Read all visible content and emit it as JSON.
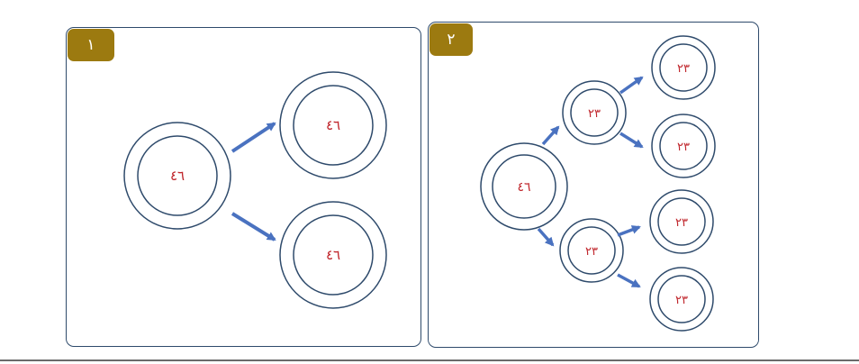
{
  "panels": [
    {
      "number": "١",
      "parent": "٤٦",
      "daughters": [
        "٤٦",
        "٤٦"
      ]
    },
    {
      "number": "٢",
      "parent": "٤٦",
      "first_division": [
        "٢٣",
        "٢٣"
      ],
      "second_division": [
        "٢٣",
        "٢٣",
        "٢٣",
        "٢٣"
      ]
    }
  ],
  "colors": {
    "badge": "#9c7a10",
    "label": "#c0262c",
    "arrow": "#4a72c0",
    "circle": "#2e4a6b",
    "panel_border": "#2e4a6b"
  }
}
